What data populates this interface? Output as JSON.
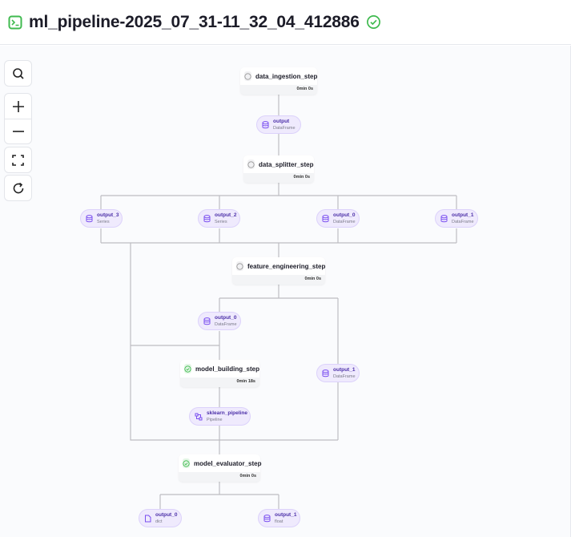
{
  "header": {
    "title": "ml_pipeline-2025_07_31-11_32_04_412886",
    "status": "completed"
  },
  "controls": [
    "search",
    "zoom-in",
    "zoom-out",
    "fit-view",
    "refresh"
  ],
  "steps": [
    {
      "name": "data_ingestion_step",
      "duration": "0min 0s",
      "status": "cached"
    },
    {
      "name": "data_splitter_step",
      "duration": "0min 0s",
      "status": "cached"
    },
    {
      "name": "feature_engineering_step",
      "duration": "0min 0s",
      "status": "cached"
    },
    {
      "name": "model_building_step",
      "duration": "0min 18s",
      "status": "completed"
    },
    {
      "name": "model_evaluator_step",
      "duration": "0min 0s",
      "status": "completed"
    }
  ],
  "artifacts": [
    {
      "name": "output",
      "type": "DataFrame"
    },
    {
      "name": "output_3",
      "type": "Series"
    },
    {
      "name": "output_2",
      "type": "Series"
    },
    {
      "name": "output_0",
      "type": "DataFrame"
    },
    {
      "name": "output_1",
      "type": "DataFrame"
    },
    {
      "name": "output_0",
      "type": "DataFrame"
    },
    {
      "name": "output_1",
      "type": "DataFrame"
    },
    {
      "name": "sklearn_pipeline",
      "type": "Pipeline"
    },
    {
      "name": "output_0",
      "type": "dict"
    },
    {
      "name": "output_1",
      "type": "float"
    }
  ],
  "colors": {
    "accent": "#7a4ef0",
    "success": "#3fba4f",
    "edge": "#bdbdc2"
  }
}
